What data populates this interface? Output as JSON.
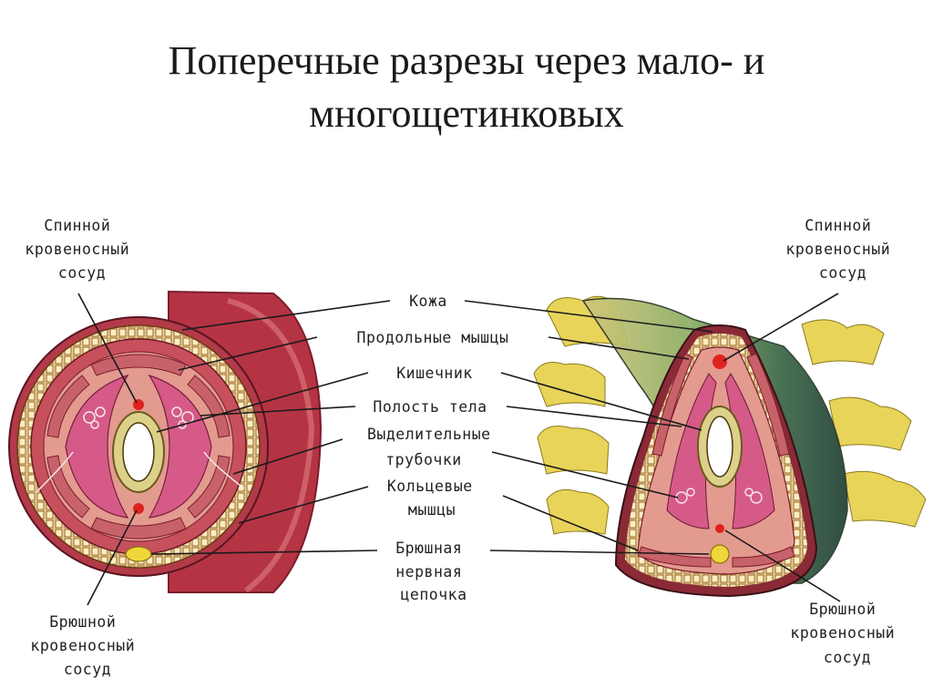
{
  "title": {
    "line1": "Поперечные разрезы через мало- и",
    "line2": "многощетинковых"
  },
  "labels": {
    "left_dorsal": [
      "Спинной",
      "кровеносный",
      "сосуд"
    ],
    "right_dorsal": [
      "Спинной",
      "кровеносный",
      "сосуд"
    ],
    "skin": "Кожа",
    "longitudinal_muscles": "Продольные мышцы",
    "intestine": "Кишечник",
    "body_cavity": "Полость тела",
    "excretory_tubules": [
      "Выделительные",
      "трубочки"
    ],
    "circular_muscles": [
      "Кольцевые",
      "мышцы"
    ],
    "nerve_chain": [
      "Брюшная",
      "нервная",
      "цепочка"
    ],
    "left_ventral": [
      "Брюшной",
      "кровеносный",
      "сосуд"
    ],
    "right_ventral": [
      "Брюшной",
      "кровеносный",
      "сосуд"
    ]
  },
  "colors": {
    "skin_outer": "#a02a3a",
    "skin_band": "#e8cf9a",
    "muscle": "#c8626a",
    "muscle_light": "#e89a90",
    "cavity": "#d65a88",
    "cavity_light": "#f3b3c4",
    "vessel": "#e0221f",
    "nerve": "#f0d63a",
    "intestine_ring": "#c7b262",
    "parapodia": "#e9d45a",
    "green_tissue": "#6f9a55",
    "leader": "#1a1a1a"
  }
}
